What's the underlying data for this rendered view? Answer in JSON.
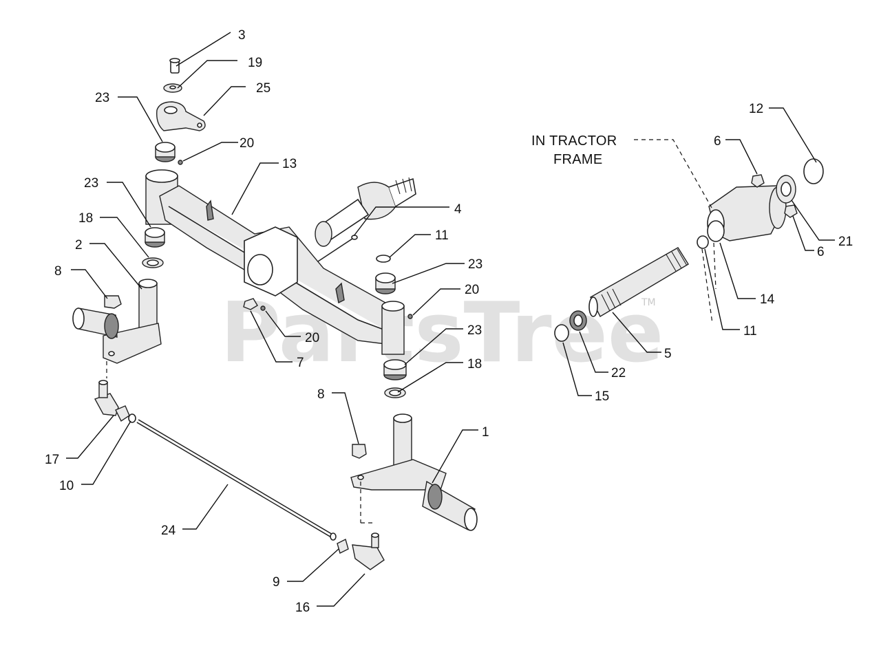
{
  "watermark": {
    "text": "PartsTree",
    "tm": "TM"
  },
  "frame_label": {
    "line1": "IN TRACTOR",
    "line2": "FRAME"
  },
  "callouts": {
    "c3": "3",
    "c19": "19",
    "c25": "25",
    "c23a": "23",
    "c20a": "20",
    "c13": "13",
    "c23b": "23",
    "c18a": "18",
    "c2": "2",
    "c8a": "8",
    "c4": "4",
    "c11a": "11",
    "c23c": "23",
    "c20b": "20",
    "c20c": "20",
    "c7": "7",
    "c23d": "23",
    "c18b": "18",
    "c8b": "8",
    "c1": "1",
    "c17": "17",
    "c10": "10",
    "c24": "24",
    "c9": "9",
    "c16": "16",
    "c12": "12",
    "c6a": "6",
    "c21": "21",
    "c6b": "6",
    "c14": "14",
    "c11b": "11",
    "c5": "5",
    "c22": "22",
    "c15": "15"
  }
}
